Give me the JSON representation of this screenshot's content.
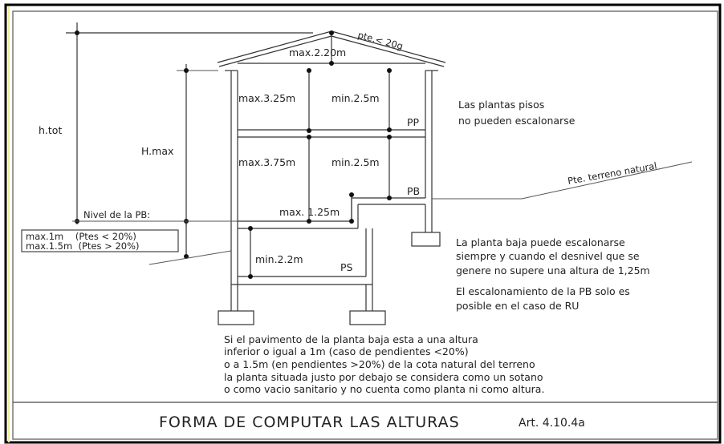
{
  "drawing": {
    "roof_slope": "pte.< 20g",
    "roof_height": "max.2.20m",
    "total_height_label": "h.tot",
    "max_height_label": "H.max",
    "upper_floor": {
      "max": "max.3.25m",
      "min": "min.2.5m",
      "label": "PP"
    },
    "ground_floor": {
      "max": "max.3.75m",
      "min": "min.2.5m",
      "label": "PB",
      "step": "max. 1.25m"
    },
    "basement": {
      "min": "min.2.2m",
      "label": "PS"
    },
    "ground_level_label": "Nivel de la PB:",
    "level_box": [
      "max.1m    (Ptes < 20%)",
      "max.1.5m  (Ptes > 20%)"
    ],
    "terrain_label": "Pte. terreno natural",
    "note_floors": [
      "Las plantas pisos",
      "no pueden escalonarse"
    ],
    "note_ground": [
      "La planta baja puede escalonarse",
      "siempre y cuando el desnivel que se",
      "genere no supere una altura de 1,25m"
    ],
    "note_stepping": [
      "El escalonamiento de la PB solo es",
      "posible en el caso de RU"
    ],
    "note_basement": [
      "Si el pavimento de la planta baja esta a una altura",
      "inferior o igual a 1m  (caso de pendientes <20%)",
      "o a 1.5m  (en pendientes >20%) de la cota natural del terreno",
      "la planta situada justo por debajo se considera como un sotano",
      "o como vacio sanitario y no cuenta como planta ni como altura."
    ]
  },
  "title": {
    "main": "FORMA DE COMPUTAR LAS ALTURAS",
    "article": "Art. 4.10.4a"
  }
}
